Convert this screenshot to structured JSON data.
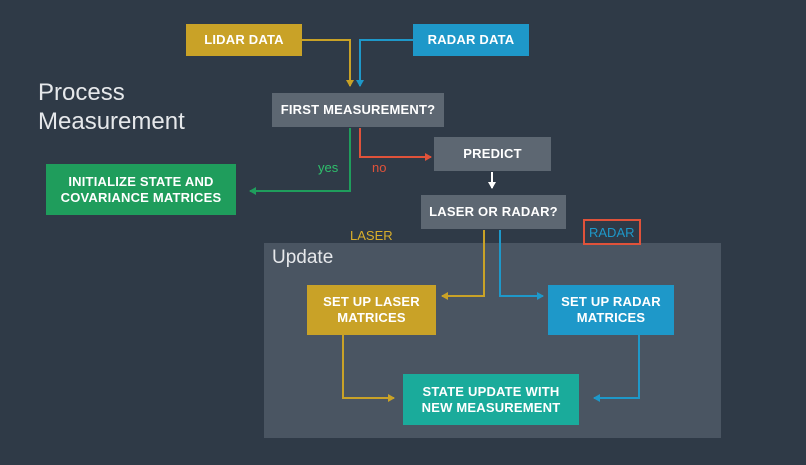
{
  "title": {
    "line1": "Process",
    "line2": "Measurement"
  },
  "panel": {
    "update_label": "Update"
  },
  "nodes": {
    "lidar": "LIDAR DATA",
    "radar": "RADAR DATA",
    "first": "FIRST MEASUREMENT?",
    "init_line1": "INITIALIZE STATE AND",
    "init_line2": "COVARIANCE MATRICES",
    "predict": "PREDICT",
    "laser_or_radar": "LASER OR RADAR?",
    "setup_laser_line1": "SET UP LASER",
    "setup_laser_line2": "MATRICES",
    "setup_radar_line1": "SET UP RADAR",
    "setup_radar_line2": "MATRICES",
    "state_update_line1": "STATE UPDATE WITH",
    "state_update_line2": "NEW MEASUREMENT"
  },
  "edge_labels": {
    "yes": "yes",
    "no": "no",
    "laser": "LASER",
    "radar": "RADAR"
  },
  "colors": {
    "background": "#2f3a47",
    "panel": "#4a5562",
    "lidar": "#c9a227",
    "radar": "#1e98c9",
    "decision": "#5d6772",
    "init": "#1f9d5c",
    "state_update": "#1aab9b",
    "no_arrow": "#e0523a",
    "yes_text": "#2fbf6c",
    "white_arrow": "#ffffff"
  }
}
